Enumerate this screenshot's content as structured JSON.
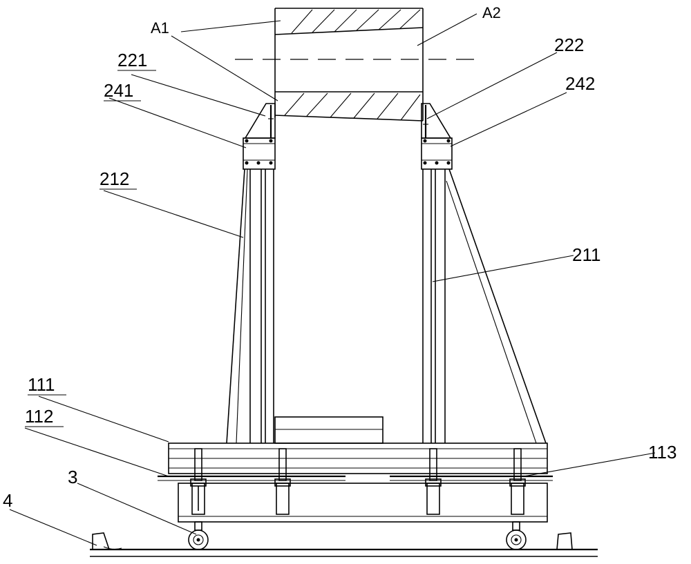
{
  "labels": {
    "a1": "A1",
    "a2": "A2",
    "n221": "221",
    "n241": "241",
    "n222": "222",
    "n242": "242",
    "n212": "212",
    "n211": "211",
    "n111": "111",
    "n112": "112",
    "n113": "113",
    "n3": "3",
    "n4": "4"
  }
}
